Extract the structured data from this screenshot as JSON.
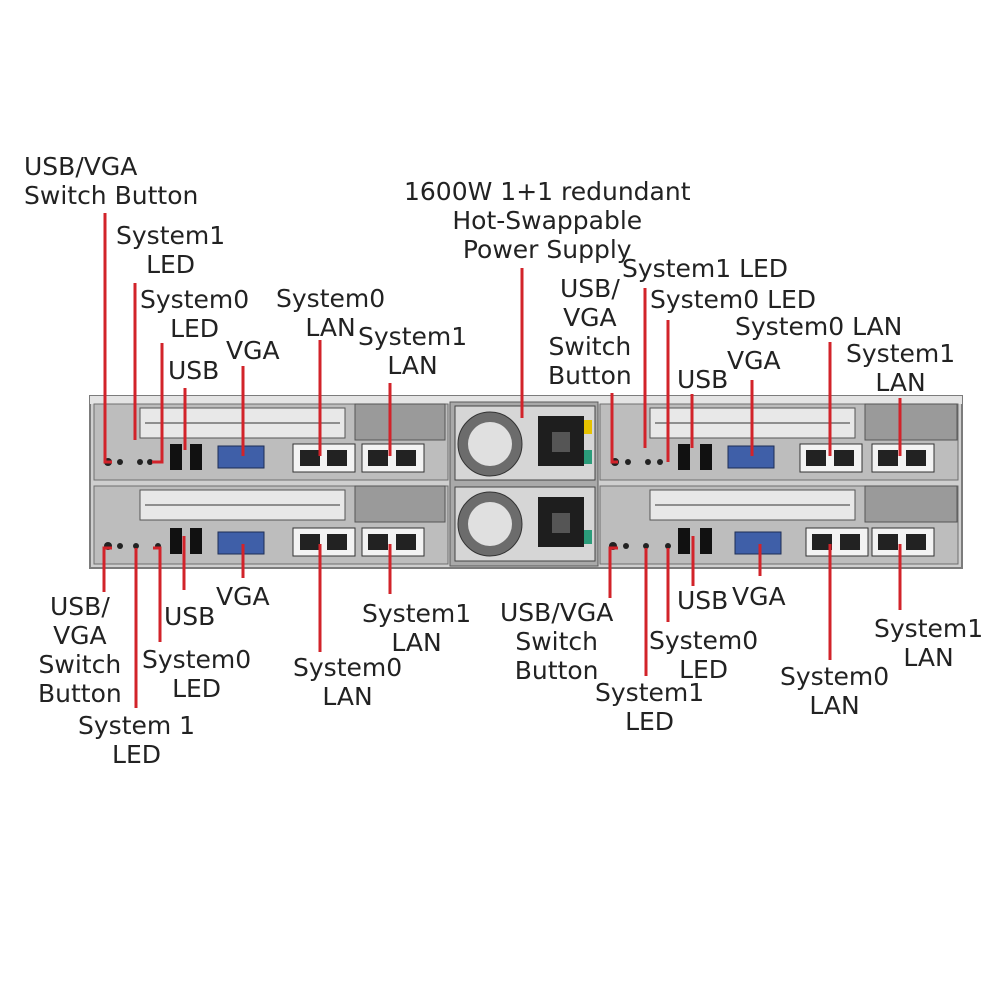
{
  "labels": {
    "top_left_usbvga_switch": "USB/VGA\nSwitch Button",
    "top_left_system1_led": "System1\nLED",
    "top_left_system0_led": "System0\nLED",
    "top_left_usb": "USB",
    "top_left_vga": "VGA",
    "top_left_system0_lan": "System0\nLAN",
    "top_left_system1_lan": "System1\nLAN",
    "power_supply": "1600W 1+1 redundant\nHot-Swappable\nPower Supply",
    "top_right_usbvga_switch": "USB/\nVGA\nSwitch\nButton",
    "top_right_system1_led": "System1 LED",
    "top_right_system0_led": "System0 LED",
    "top_right_usb": "USB",
    "top_right_vga": "VGA",
    "top_right_system0_lan": "System0 LAN",
    "top_right_system1_lan": "System1\nLAN",
    "bottom_left_usbvga_switch": "USB/\nVGA\nSwitch\nButton",
    "bottom_left_system1_led": "System 1\nLED",
    "bottom_left_system0_led": "System0\nLED",
    "bottom_left_usb": "USB",
    "bottom_left_vga": "VGA",
    "bottom_left_system0_lan": "System0\nLAN",
    "bottom_left_system1_lan": "System1\nLAN",
    "bottom_right_usbvga_switch": "USB/VGA\nSwitch\nButton",
    "bottom_right_system1_led": "System1\nLED",
    "bottom_right_system0_led": "System0\nLED",
    "bottom_right_usb": "USB",
    "bottom_right_vga": "VGA",
    "bottom_right_system0_lan": "System0\nLAN",
    "bottom_right_system1_lan": "System1\nLAN"
  },
  "colors": {
    "leader_line": "#d2232a",
    "chassis": "#c9c9c9",
    "chassis_dark": "#8a8a8a",
    "vga_port": "#3f5fa8"
  }
}
